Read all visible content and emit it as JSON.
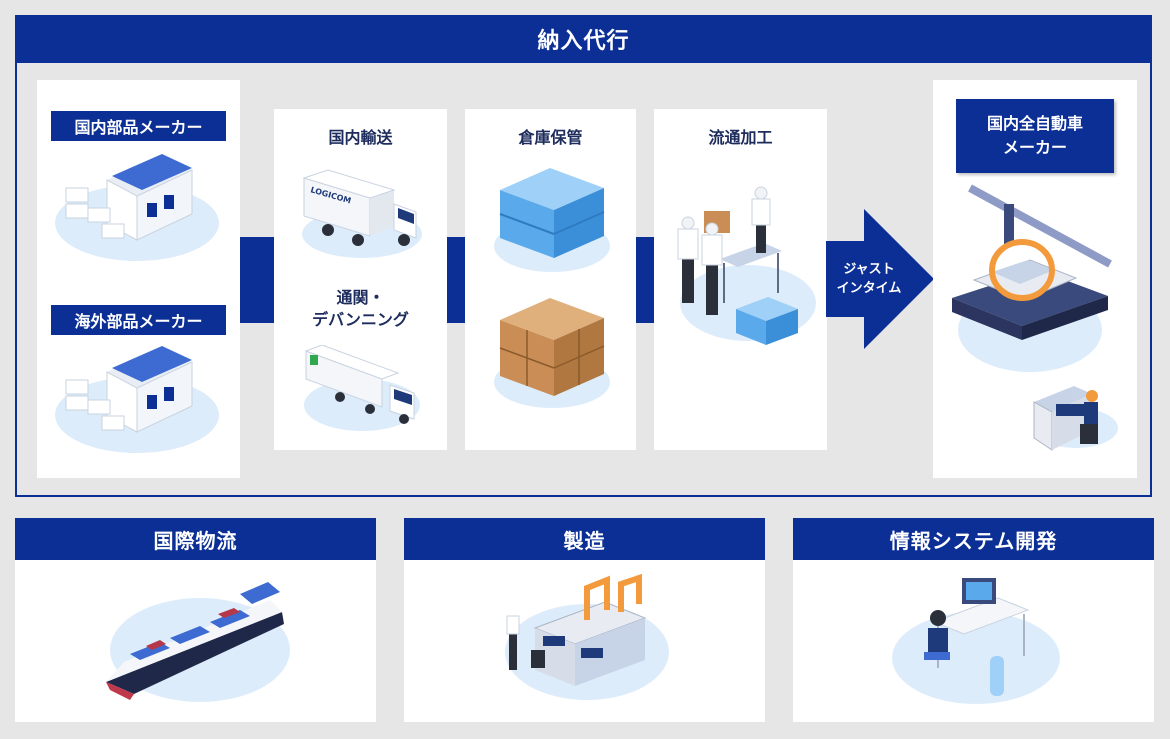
{
  "main": {
    "title": "納入代行",
    "suppliers": [
      {
        "label": "国内部品メーカー",
        "icon": "factory-icon"
      },
      {
        "label": "海外部品メーカー",
        "icon": "factory-icon"
      }
    ],
    "steps": [
      {
        "title": "国内輸送",
        "icon": "truck-icon"
      },
      {
        "title": "通関・\nデバンニング",
        "icon": "trailer-truck-icon"
      },
      {
        "title": "倉庫保管",
        "icon": "storage-boxes-icon"
      },
      {
        "title": "流通加工",
        "icon": "workers-packing-icon"
      }
    ],
    "arrow_label": "ジャスト\nインタイム",
    "destination": {
      "label": "国内全自動車\nメーカー",
      "icon": "car-assembly-line-icon"
    },
    "truck_brand": "LOGICOM"
  },
  "bottom": [
    {
      "title": "国際物流",
      "icon": "container-ship-icon"
    },
    {
      "title": "製造",
      "icon": "robot-arm-icon"
    },
    {
      "title": "情報システム開発",
      "icon": "developer-desk-icon"
    }
  ],
  "colors": {
    "navy": "#0b2f95",
    "light_blue": "#dcecfb",
    "background": "#e6e6e6",
    "box_blue": "#5aa9ea",
    "cardboard": "#c98d55"
  }
}
